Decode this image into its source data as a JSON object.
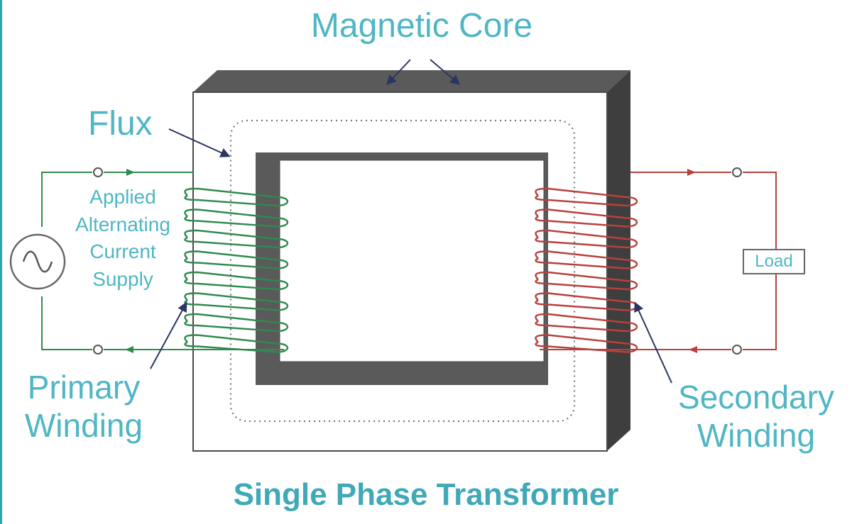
{
  "title": "Single Phase Transformer",
  "labels": {
    "magnetic_core": "Magnetic Core",
    "flux": "Flux",
    "supply_lines": [
      "Applied",
      "Alternating",
      "Current",
      "Supply"
    ],
    "primary_lines": [
      "Primary",
      "Winding"
    ],
    "secondary_lines": [
      "Secondary",
      "Winding"
    ],
    "load": "Load"
  },
  "counts": {
    "primary_turns": 8,
    "secondary_turns": 8
  },
  "colors": {
    "label_teal": "#4fb6c4",
    "title_teal": "#3fa9b8",
    "core_dark": "#5a5a5a",
    "core_shadow": "#3e3e3e",
    "primary_wire": "#2f8a4e",
    "secondary_wire": "#b8413c",
    "pointer_arrow": "#2b3560",
    "frame_border": "#2aa6b0"
  },
  "icons": {
    "source": "ac-source-icon",
    "terminal": "terminal-node-icon"
  }
}
